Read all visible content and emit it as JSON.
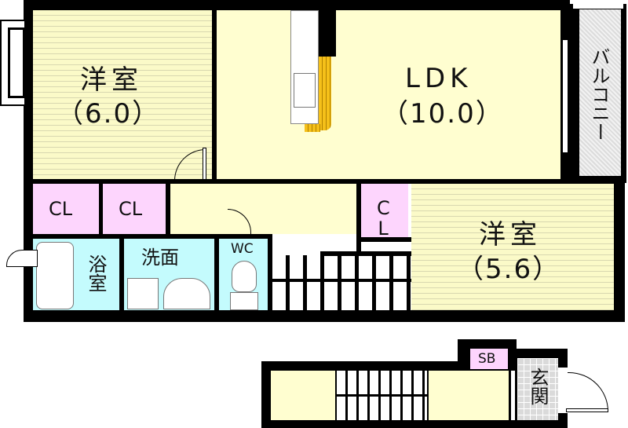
{
  "floor_plan": {
    "rooms": {
      "western_room_1": {
        "name": "洋室",
        "size": "（6.0）"
      },
      "ldk": {
        "name": "LDK",
        "size": "（10.0）"
      },
      "balcony": {
        "name": "バルコニー"
      },
      "western_room_2": {
        "name": "洋室",
        "size": "（5.6）"
      },
      "closet_1": {
        "name": "CL"
      },
      "closet_2": {
        "name": "CL"
      },
      "closet_3": {
        "name": "CL"
      },
      "bathroom": {
        "name": "浴室"
      },
      "washroom": {
        "name": "洗面"
      },
      "toilet": {
        "name": "WC"
      },
      "shoe_box": {
        "name": "SB"
      },
      "entrance": {
        "name": "玄関"
      }
    },
    "colors": {
      "wall": "#000000",
      "room_floor": "#fffed0",
      "closet": "#fdd5fd",
      "wet_area": "#c4fbfd",
      "kitchen_counter": "#f5c01a"
    }
  }
}
